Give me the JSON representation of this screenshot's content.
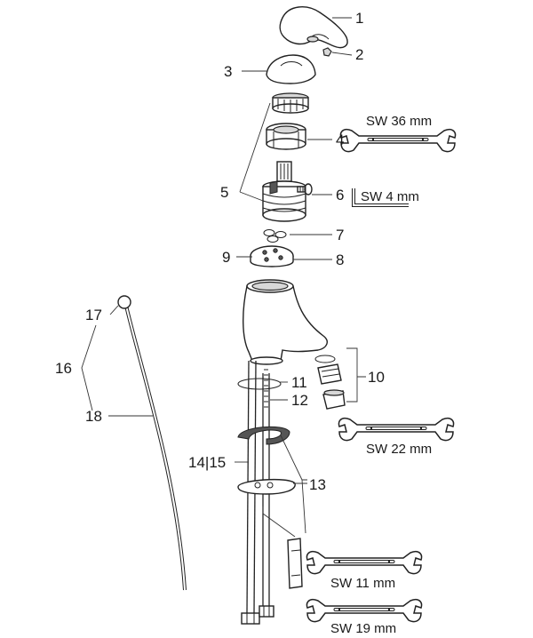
{
  "colors": {
    "line": "#222222",
    "shade": "#d8d8d8",
    "background": "#ffffff"
  },
  "parts": {
    "p1": "1",
    "p2": "2",
    "p3": "3",
    "p4": "4",
    "p5": "5",
    "p6": "6",
    "p7": "7",
    "p8": "8",
    "p9": "9",
    "p10": "10",
    "p11": "11",
    "p12": "12",
    "p13": "13",
    "p14_15": "14|15",
    "p16": "16",
    "p17": "17",
    "p18": "18"
  },
  "tools": {
    "wrench_36": "SW 36 mm",
    "hex_key_4": "SW 4 mm",
    "wrench_22": "SW 22 mm",
    "wrench_11": "SW 11 mm",
    "wrench_19": "SW 19 mm"
  }
}
